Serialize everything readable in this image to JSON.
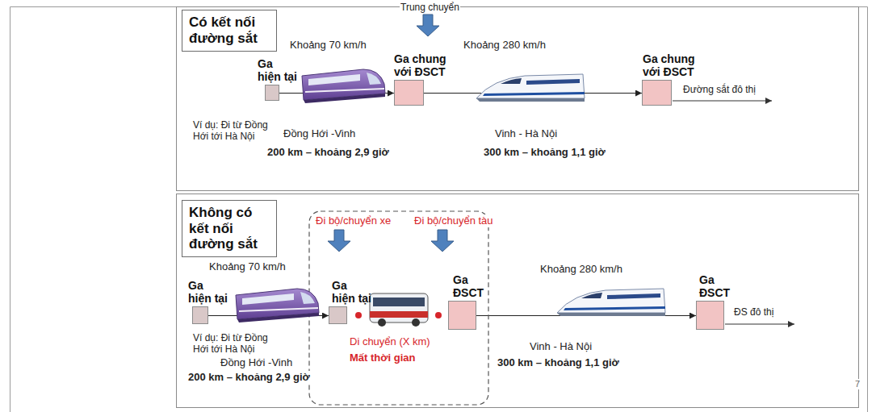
{
  "diagram": {
    "nodes": [
      {
        "text": [
          "Có kết nối đường sắt"
        ]
      },
      {
        "text": [
          "Ga hiện tại"
        ]
      },
      {
        "text": [
          "Ga chung với ĐSCT"
        ]
      },
      {
        "text": [
          "Ga chung với ĐSCT"
        ]
      },
      {
        "text": [
          "Không có kết nối đường sắt"
        ]
      },
      {
        "text": [
          "Ga hiện tại"
        ]
      },
      {
        "text": [
          "Ga hiện tại"
        ]
      },
      {
        "text": [
          "Ga ĐSCT"
        ]
      },
      {
        "text": [
          "Ga ĐSCT"
        ]
      }
    ],
    "edges": [
      {
        "from": 1,
        "to": 2,
        "arrow": "to"
      },
      {
        "from": 2,
        "to": 3,
        "arrow": "to"
      },
      {
        "from": 5,
        "to": 6,
        "arrow": "to"
      },
      {
        "from": 7,
        "to": 8,
        "arrow": "to"
      }
    ],
    "labels": [
      "Trung chuyển",
      "Khoảng 70 km/h",
      "Khoảng 280 km/h",
      "Đường sắt đô thị",
      "Ví dụ: Đi từ Đồng Hới tới Hà Nội",
      "Đồng Hới -Vinh",
      "200 km – khoảng 2,9 giờ",
      "Vinh - Hà Nội",
      "300 km – khoảng 1,1 giờ",
      "Đi bộ/chuyển xe",
      "Đi bộ/chuyển tàu",
      "Khoảng 70 km/h",
      "Khoảng 280 km/h",
      "ĐS đô thị",
      "Ví dụ: Đi từ Đồng Hới tới Hà Nội",
      "Đồng Hới -Vinh",
      "200 km – khoảng 2,9 giờ",
      "Di chuyển (X km)",
      "Mất thời gian",
      "Vinh - Hà Nội",
      "300 km – khoảng 1,1 giờ",
      "7"
    ]
  }
}
